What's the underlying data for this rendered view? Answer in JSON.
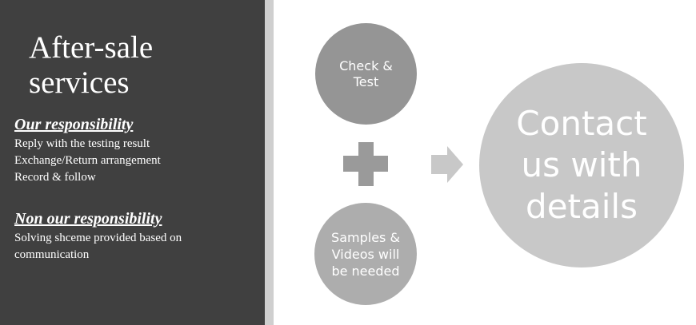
{
  "title": [
    "After-sale",
    "services"
  ],
  "our": {
    "heading": "Our responsibility",
    "items": [
      "Reply with the testing result",
      "Exchange/Return arrangement",
      "Record & follow"
    ]
  },
  "non": {
    "heading": "Non our responsibility",
    "items": [
      "Solving shceme provided based on",
      "communication"
    ]
  },
  "diagram": {
    "circle1": "Check & Test",
    "circle2": "Samples & Videos will be needed",
    "result": "Contact us with details"
  },
  "colors": {
    "panel": "#404040",
    "circle1": "#959595",
    "circle2": "#adadad",
    "plus": "#9a9a9a",
    "arrow": "#c8c8c8",
    "result": "#c8c8c8"
  }
}
